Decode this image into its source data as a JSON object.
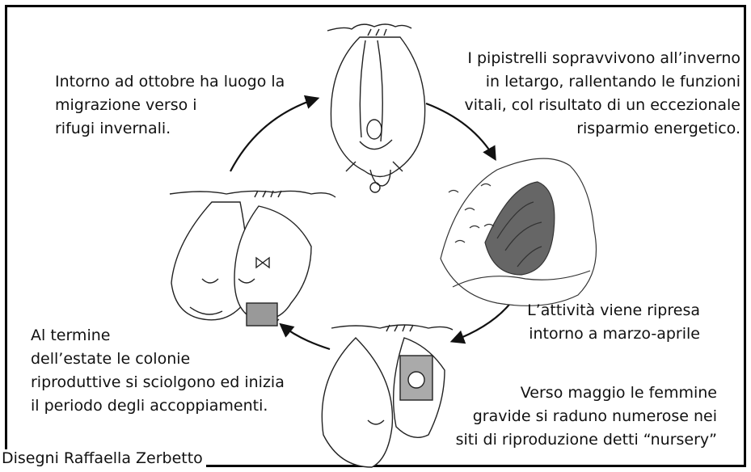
{
  "captions": {
    "autumn": "Intorno ad ottobre ha luogo la\nmigrazione verso i\nrifugi invernali.",
    "winter": "I pipistrelli sopravvivono all’inverno\nin letargo, rallentando le funzioni\nvitali, col risultato di un eccezionale\nrisparmio energetico.",
    "spring": "L’attività viene ripresa\nintorno a marzo-aprile",
    "may": "Verso maggio le femmine\ngravide si raduno numerose nei\nsiti di riproduzione detti “nursery”",
    "summer": "Al termine\ndell’estate le colonie\nriproduttive si sciolgono ed inizia\nil periodo degli accoppiamenti."
  },
  "credit": "Disegni Raffaella Zerbetto",
  "colors": {
    "ink": "#111111",
    "border": "#000000",
    "cave_shadow": "#555555"
  }
}
